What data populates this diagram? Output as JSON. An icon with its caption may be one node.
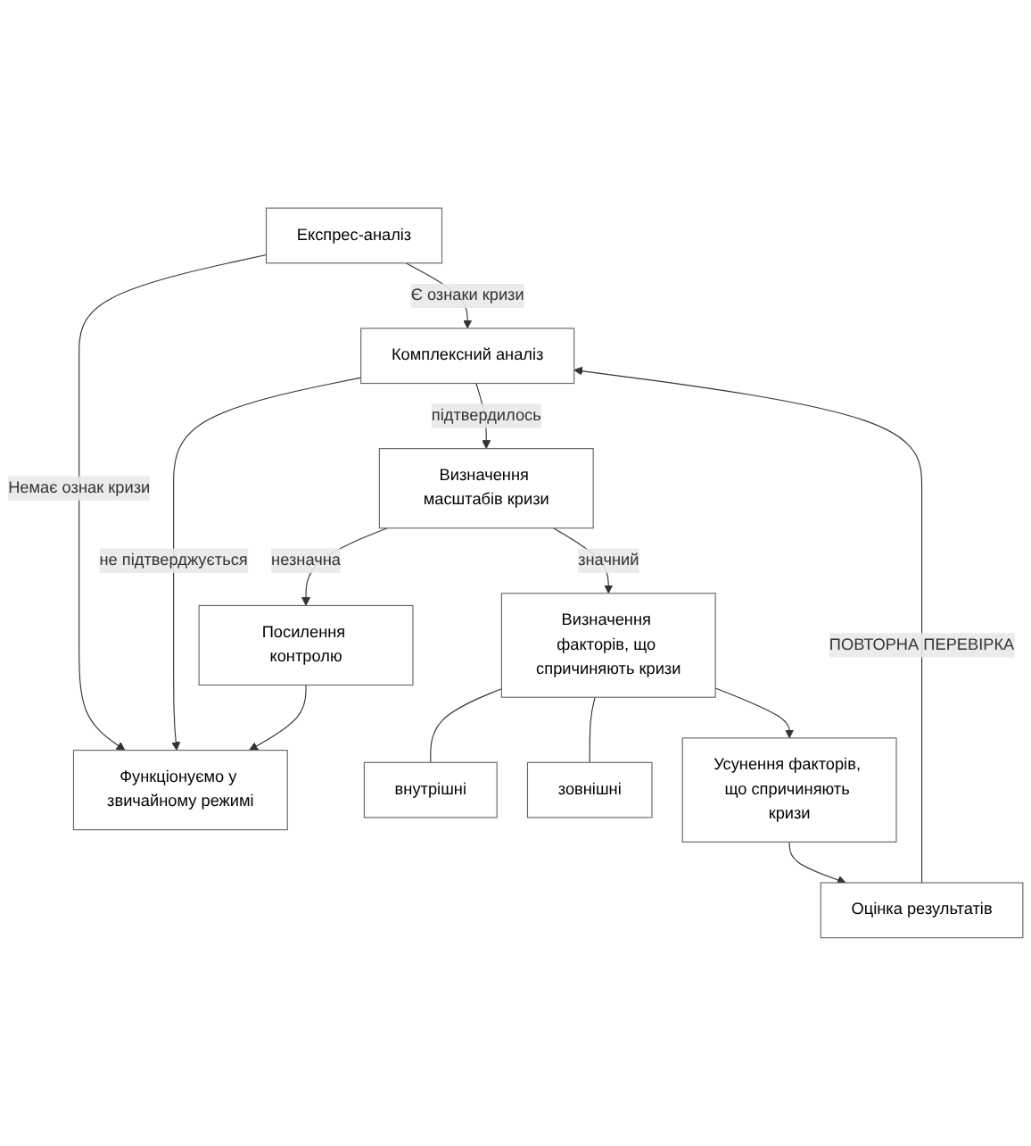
{
  "diagram": {
    "nodes": [
      {
        "text": [
          "Експрес-аналіз"
        ]
      },
      {
        "text": [
          "Комплексний аналіз"
        ]
      },
      {
        "text": [
          "Функціонуємо у звичайному режимі"
        ]
      },
      {
        "text": [
          "Визначення масштабів кризи"
        ]
      },
      {
        "text": [
          "Посилення контролю"
        ]
      },
      {
        "text": [
          "Визначення факторів, що спричиняють кризи"
        ]
      },
      {
        "text": [
          "внутрішні"
        ]
      },
      {
        "text": [
          "зовнішні"
        ]
      },
      {
        "text": [
          "Усунення факторів, що спричиняють кризи"
        ]
      },
      {
        "text": [
          "Оцінка результатів"
        ]
      }
    ],
    "edges": [
      {
        "from": 0,
        "to": 1,
        "arrow": "to",
        "label": "Є ознаки кризи"
      },
      {
        "from": 0,
        "to": 2,
        "arrow": "to",
        "label": "Немає ознак кризи"
      },
      {
        "from": 1,
        "to": 2,
        "arrow": "to",
        "label": "не підтверджується"
      },
      {
        "from": 1,
        "to": 3,
        "arrow": "to",
        "label": "підтвердилось"
      },
      {
        "from": 3,
        "to": 4,
        "arrow": "to",
        "label": "незначна"
      },
      {
        "from": 4,
        "to": 2,
        "arrow": "to"
      },
      {
        "from": 3,
        "to": 5,
        "arrow": "to",
        "label": "значний"
      },
      {
        "from": 5,
        "to": 6,
        "arrow": "none"
      },
      {
        "from": 5,
        "to": 7,
        "arrow": "none"
      },
      {
        "from": 5,
        "to": 8,
        "arrow": "to"
      },
      {
        "from": 8,
        "to": 9,
        "arrow": "to"
      },
      {
        "from": 9,
        "to": 1,
        "arrow": "to",
        "label": "ПОВТОРНА ПЕРЕВІРКА"
      }
    ]
  }
}
